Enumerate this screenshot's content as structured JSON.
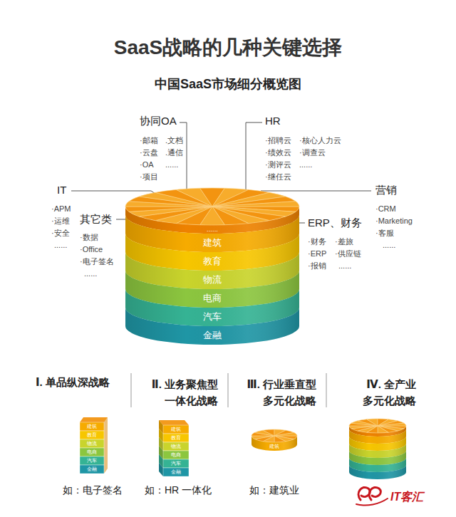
{
  "diagram": {
    "title": "SaaS战略的几种关键选择",
    "nodes": [
      {
        "text": [
          "......"
        ]
      },
      {
        "text": [
          "建筑"
        ]
      },
      {
        "text": [
          "教育"
        ]
      },
      {
        "text": [
          "物流"
        ]
      },
      {
        "text": [
          "电商"
        ]
      },
      {
        "text": [
          "汽车"
        ]
      },
      {
        "text": [
          "金融"
        ]
      },
      {
        "text": [
          "建筑"
        ]
      },
      {
        "text": [
          "教育"
        ]
      },
      {
        "text": [
          "物流"
        ]
      },
      {
        "text": [
          "电商"
        ]
      },
      {
        "text": [
          "汽车"
        ]
      },
      {
        "text": [
          "金融"
        ]
      },
      {
        "text": [
          "建筑"
        ]
      },
      {
        "text": [
          "教育"
        ]
      },
      {
        "text": [
          "物流"
        ]
      },
      {
        "text": [
          "电商"
        ]
      },
      {
        "text": [
          "汽车"
        ]
      },
      {
        "text": [
          "金融"
        ]
      },
      {
        "text": [
          "建筑"
        ]
      }
    ],
    "labels": [
      "中国SaaS市场细分概览图",
      "协同OA",
      "·邮箱",
      ".文档",
      "·云盘",
      ".通信",
      "·OA",
      "......",
      "·项目",
      "HR",
      "·招聘云",
      "·核心人力云",
      "·绩效云",
      "·调查云",
      "·测评云",
      "......",
      "·继任云",
      "IT",
      "·APM",
      "·运维",
      "·安全",
      "......",
      "其它类",
      "·数据",
      "·Office",
      "·电子签名",
      "......",
      "营销",
      "·CRM",
      "·Marketing",
      "·客服",
      "......",
      "ERP、财务",
      "·财务",
      "·差旅",
      "·ERP",
      "·供应链",
      "·报销",
      "......",
      "Ⅰ. 单品纵深战略",
      "Ⅱ. 业务聚焦型 一体化战略",
      "Ⅲ. 行业垂直型 多元化战略",
      "Ⅳ. 全产业 多元化战略",
      "如：电子签名",
      "如：HR 一体化",
      "如：建筑业",
      "IT客汇"
    ]
  }
}
